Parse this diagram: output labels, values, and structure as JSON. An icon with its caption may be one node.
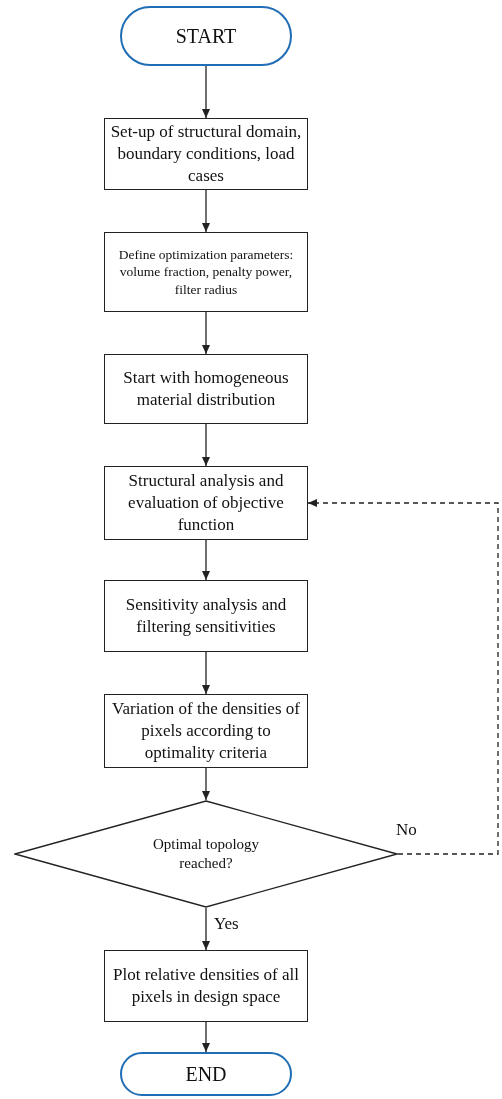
{
  "diagram": {
    "nodes": [
      {
        "text": [
          "START"
        ]
      },
      {
        "text": [
          "Set-up of structural domain, boundary conditions, load cases"
        ]
      },
      {
        "text": [
          "Define optimization parameters: volume fraction, penalty power, filter radius"
        ]
      },
      {
        "text": [
          "Start with homogeneous material distribution"
        ]
      },
      {
        "text": [
          "Structural analysis and evaluation of objective function"
        ]
      },
      {
        "text": [
          "Sensitivity analysis and filtering sensitivities"
        ]
      },
      {
        "text": [
          "Variation of the densities of pixels according to optimality criteria"
        ]
      },
      {
        "text": [
          "Optimal topology reached?"
        ]
      },
      {
        "text": [
          "Plot relative densities of all pixels in design space"
        ]
      },
      {
        "text": [
          "END"
        ]
      }
    ],
    "edges": [
      {
        "from": 0,
        "to": 1,
        "arrow": "to"
      },
      {
        "from": 1,
        "to": 2,
        "arrow": "to"
      },
      {
        "from": 2,
        "to": 3,
        "arrow": "to"
      },
      {
        "from": 3,
        "to": 4,
        "arrow": "to"
      },
      {
        "from": 4,
        "to": 5,
        "arrow": "to"
      },
      {
        "from": 5,
        "to": 6,
        "arrow": "to"
      },
      {
        "from": 6,
        "to": 7,
        "arrow": "to"
      },
      {
        "from": 7,
        "to": 8,
        "arrow": "to",
        "label": "Yes"
      },
      {
        "from": 8,
        "to": 9,
        "arrow": "to"
      },
      {
        "from": 7,
        "to": 4,
        "arrow": "to",
        "label": "No",
        "style": "dashed"
      }
    ]
  }
}
